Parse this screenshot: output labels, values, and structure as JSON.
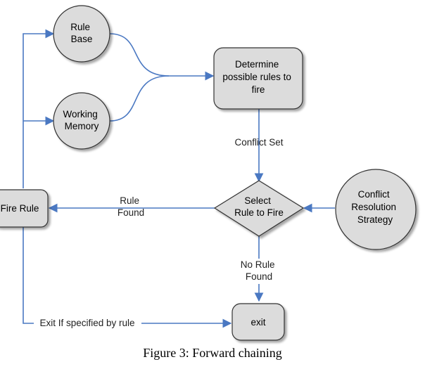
{
  "caption": "Figure 3: Forward chaining",
  "nodes": {
    "rule_base": [
      "Rule",
      "Base"
    ],
    "working_memory": [
      "Working",
      "Memory"
    ],
    "determine": [
      "Determine",
      "possible rules to",
      "fire"
    ],
    "select": [
      "Select",
      "Rule to Fire"
    ],
    "conflict_resolution": [
      "Conflict",
      "Resolution",
      "Strategy"
    ],
    "fire_rule": [
      "Fire Rule"
    ],
    "exit": [
      "exit"
    ]
  },
  "edges": {
    "conflict_set": [
      "Conflict Set"
    ],
    "rule_found": [
      "Rule",
      "Found"
    ],
    "no_rule_found": [
      "No Rule",
      "Found"
    ],
    "exit_if": [
      "Exit If specified by rule"
    ]
  },
  "colors": {
    "node_fill": "#dcdcdc",
    "node_stroke": "#333333",
    "edge": "#4a78c2"
  }
}
